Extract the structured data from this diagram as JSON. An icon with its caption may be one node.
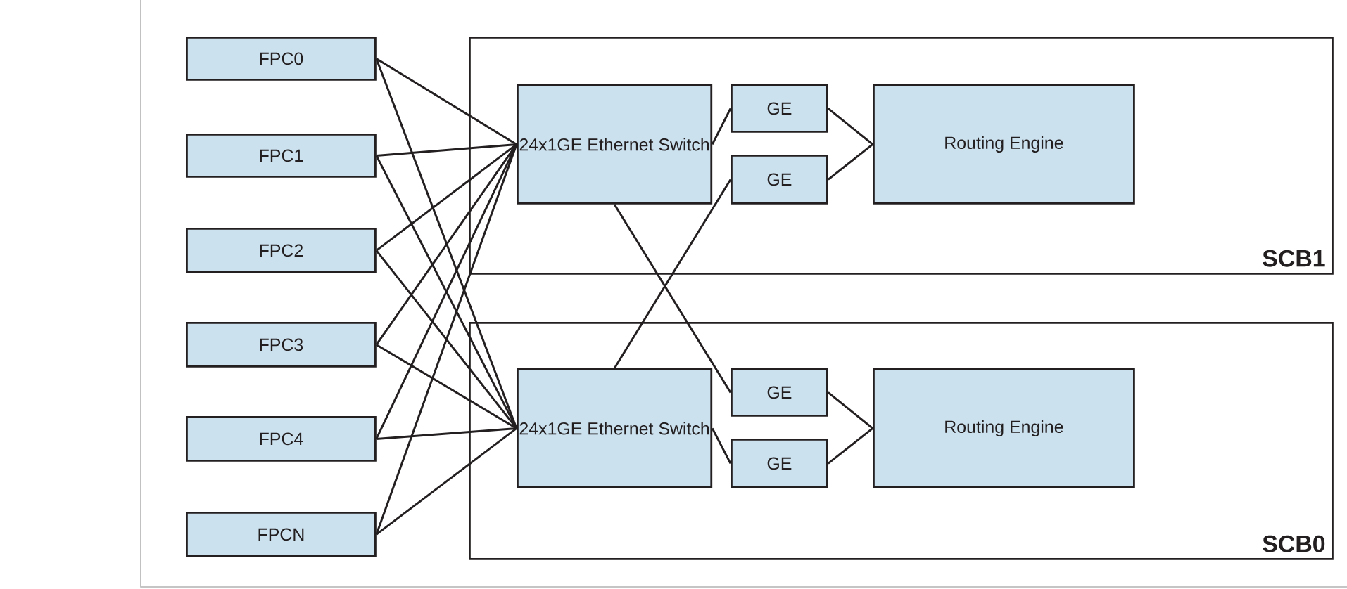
{
  "diagram": {
    "nodes": [
      {
        "text": [
          "FPC0"
        ]
      },
      {
        "text": [
          "FPC1"
        ]
      },
      {
        "text": [
          "FPC2"
        ]
      },
      {
        "text": [
          "FPC3"
        ]
      },
      {
        "text": [
          "FPC4"
        ]
      },
      {
        "text": [
          "FPCN"
        ]
      },
      {
        "text": [
          "SCB1"
        ]
      },
      {
        "text": [
          "24x1GE Ethernet Switch"
        ],
        "in": 6
      },
      {
        "text": [
          "GE"
        ],
        "in": 6
      },
      {
        "text": [
          "GE"
        ],
        "in": 6
      },
      {
        "text": [
          "Routing Engine"
        ],
        "in": 6
      },
      {
        "text": [
          "SCB0"
        ]
      },
      {
        "text": [
          "24x1GE Ethernet Switch"
        ],
        "in": 11
      },
      {
        "text": [
          "GE"
        ],
        "in": 11
      },
      {
        "text": [
          "GE"
        ],
        "in": 11
      },
      {
        "text": [
          "Routing Engine"
        ],
        "in": 11
      }
    ],
    "edges": [
      {
        "from": 0,
        "to": 7,
        "arrow": "none"
      },
      {
        "from": 0,
        "to": 12,
        "arrow": "none"
      },
      {
        "from": 1,
        "to": 7,
        "arrow": "none"
      },
      {
        "from": 1,
        "to": 12,
        "arrow": "none"
      },
      {
        "from": 2,
        "to": 7,
        "arrow": "none"
      },
      {
        "from": 2,
        "to": 12,
        "arrow": "none"
      },
      {
        "from": 3,
        "to": 7,
        "arrow": "none"
      },
      {
        "from": 3,
        "to": 12,
        "arrow": "none"
      },
      {
        "from": 4,
        "to": 7,
        "arrow": "none"
      },
      {
        "from": 4,
        "to": 12,
        "arrow": "none"
      },
      {
        "from": 5,
        "to": 7,
        "arrow": "none"
      },
      {
        "from": 5,
        "to": 12,
        "arrow": "none"
      },
      {
        "from": 7,
        "to": 8,
        "arrow": "none"
      },
      {
        "from": 8,
        "to": 10,
        "arrow": "none"
      },
      {
        "from": 9,
        "to": 10,
        "arrow": "none"
      },
      {
        "from": 12,
        "to": 9,
        "arrow": "none"
      },
      {
        "from": 7,
        "to": 13,
        "arrow": "none"
      },
      {
        "from": 13,
        "to": 15,
        "arrow": "none"
      },
      {
        "from": 12,
        "to": 14,
        "arrow": "none"
      },
      {
        "from": 14,
        "to": 15,
        "arrow": "none"
      }
    ]
  }
}
